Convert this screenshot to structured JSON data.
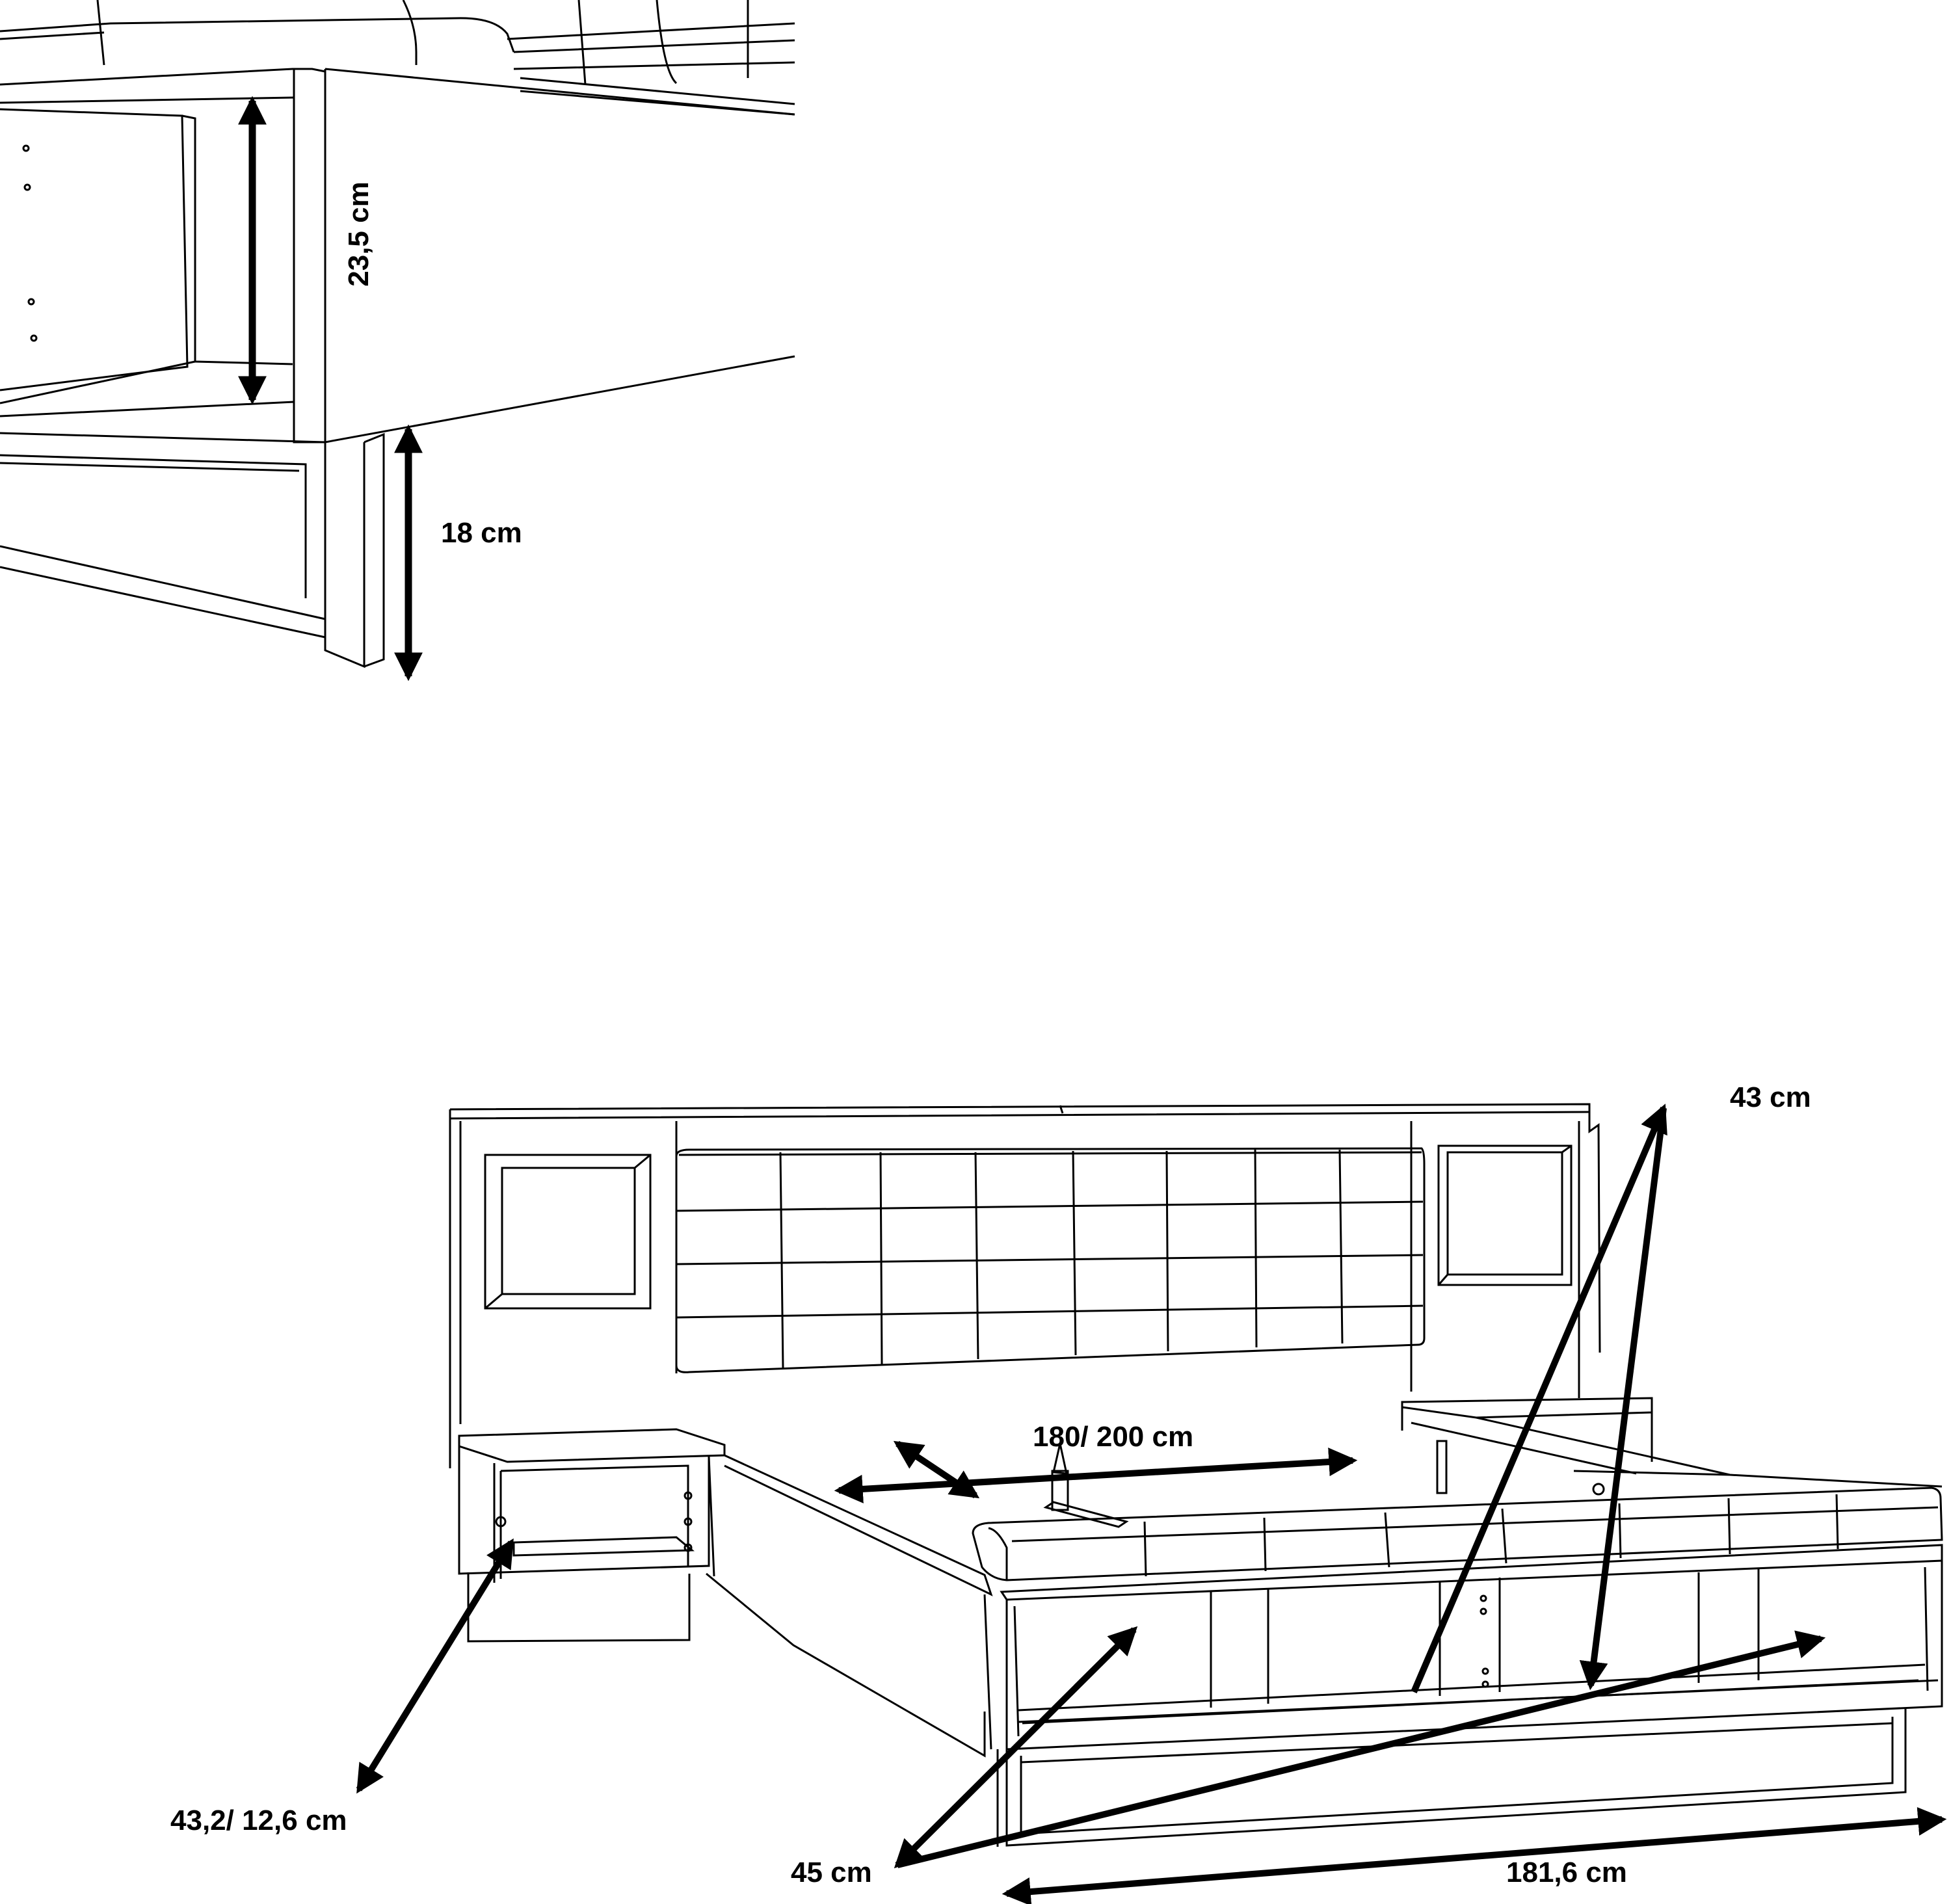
{
  "drawing": {
    "labels": {
      "shelf_height": "23,5 cm",
      "leg_height": "18 cm",
      "nightstand_height": "43 cm",
      "mattress_size": "180/ 200 cm",
      "nightstand_depth": "43,2/ 12,6 cm",
      "frame_height": "45 cm",
      "frame_width": "181,6 cm"
    },
    "colors": {
      "line": "#000000",
      "background": "#ffffff"
    }
  }
}
